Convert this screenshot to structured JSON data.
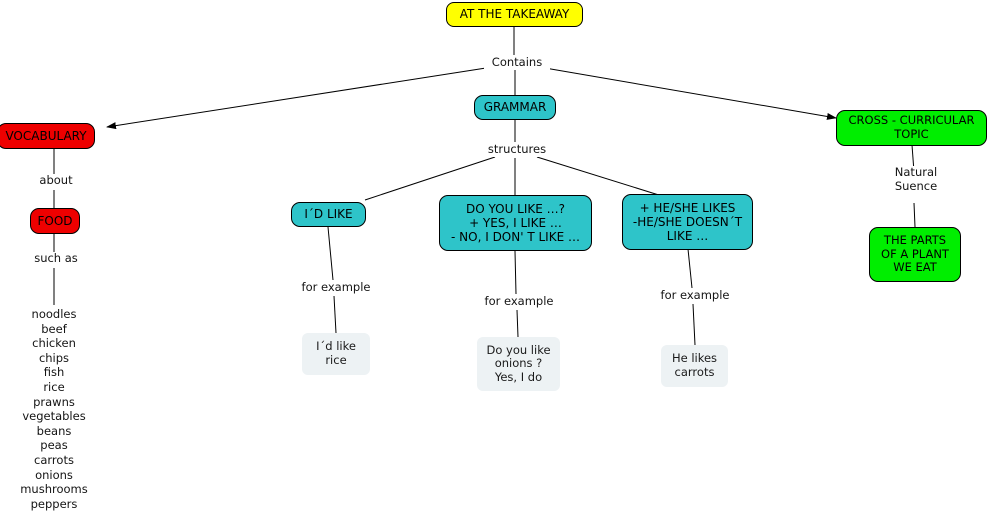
{
  "map": {
    "title": "AT THE TAKEAWAY",
    "background": "#ffffff",
    "colors": {
      "root": "#ffff00",
      "vocabulary": "#ee0000",
      "grammar": "#2ec4c9",
      "cross_curricular": "#00ee00",
      "example": "#edf2f4",
      "edge": "#000000"
    }
  },
  "nodes": {
    "root": "AT THE TAKEAWAY",
    "vocabulary": "VOCABULARY",
    "food": "FOOD",
    "grammar": "GRAMMAR",
    "id_like": "I´D LIKE",
    "do_you_like": "DO YOU LIKE …?\n+ YES, I LIKE …\n- NO, I DON' T LIKE …",
    "he_she_likes": "+ HE/SHE LIKES\n-HE/SHE DOESN´T\nLIKE …",
    "cross_curricular": "CROSS - CURRICULAR\nTOPIC",
    "parts_of_plant": "THE PARTS\nOF A PLANT\nWE EAT"
  },
  "examples": {
    "id_like": "I´d like\nrice",
    "do_you_like": "Do you like\nonions ?\nYes, I do",
    "he_she_likes": "He likes\ncarrots"
  },
  "link_labels": {
    "contains": "Contains",
    "about": "about",
    "such_as": "such as",
    "structures": "structures",
    "natural_science": "Natural\nSuence",
    "for_example_1": "for example",
    "for_example_2": "for example",
    "for_example_3": "for example"
  },
  "food_list": [
    "noodles",
    "beef",
    "chicken",
    "chips",
    "fish",
    "rice",
    "prawns",
    "vegetables",
    "beans",
    "peas",
    "carrots",
    "onions",
    "mushrooms",
    "peppers"
  ]
}
